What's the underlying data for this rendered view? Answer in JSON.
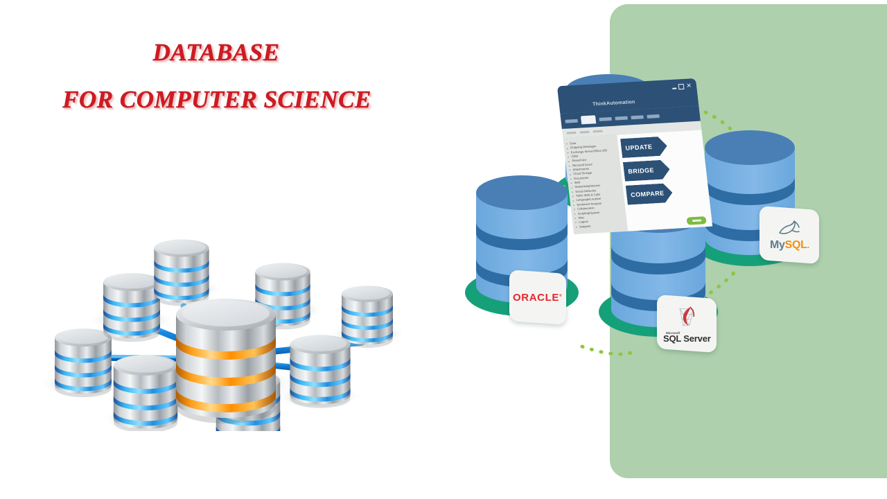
{
  "page": {
    "background_color": "#ffffff"
  },
  "title": {
    "line1": "DATABASE",
    "line2": "FOR COMPUTER SCIENCE",
    "color": "#cf1b22"
  },
  "left_illustration": {
    "name": "database-network-diagram",
    "central_node_label": "central database",
    "central_ring_color": "#f29100",
    "satellite_ring_color": "#1e9ae0",
    "cable_color": "#1677cc",
    "satellite_count": 8
  },
  "right_illustration": {
    "panel_color": "#aed0ad",
    "database_body_color": "#7bb0e0",
    "database_top_color": "#4a7fb5",
    "database_band_color": "#2e6ca4",
    "shadow_blob_color": "#16a07a",
    "dotted_link_color": "#8cc63f",
    "app_window": {
      "title": "ThinkAutomation",
      "window_buttons": [
        "minimize-icon",
        "maximize-icon",
        "close-icon"
      ],
      "sidebar_items": [
        "Data",
        "Outgoing Messages",
        "Exchange Server/Office 365",
        "CRM",
        "SharePoint",
        "Microsoft Azure",
        "Attachments",
        "Cloud Storage",
        "Documents",
        "Web",
        "Networking/Internet",
        "Social Networks",
        "Twilio SMS & Calls",
        "Language/Location",
        "Sentiment Analysis",
        "Collaboration",
        "Scripting/System",
        "Misc",
        "Logical",
        "Snippets"
      ],
      "action_buttons": [
        "UPDATE",
        "BRIDGE",
        "COMPARE"
      ],
      "accent_color": "#2c5076",
      "confirm_button_color": "#7dbb42"
    },
    "logo_badges": [
      {
        "id": "oracle",
        "label": "ORACLE",
        "trademark": "®",
        "color": "#e8262b"
      },
      {
        "id": "mysql",
        "prefix": "My",
        "suffix": "SQL",
        "dot": ".",
        "prefix_color": "#5d7c8a",
        "suffix_color": "#f29111"
      },
      {
        "id": "sqlserver",
        "vendor": "Microsoft",
        "label": "SQL Server",
        "color": "#2e2e2e"
      }
    ]
  }
}
